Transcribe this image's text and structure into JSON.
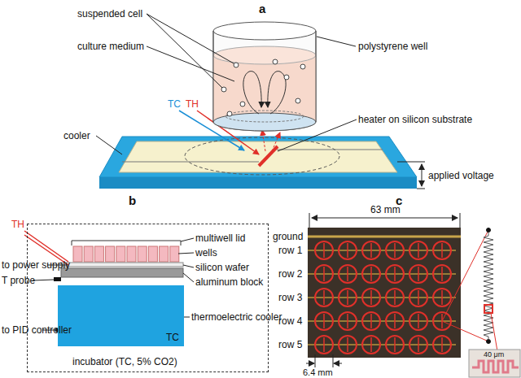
{
  "diagram": {
    "nodes": [
      {
        "text": [
          "incubator (TC, 5% CO2)"
        ]
      },
      {
        "text": [
          "TC"
        ],
        "in": 0
      }
    ],
    "labels": [
      "a",
      "suspended cell",
      "culture medium",
      "polystyrene well",
      "TC",
      "TH",
      "heater on silicon substrate",
      "cooler",
      "applied voltage",
      "b",
      "TH",
      "to power supply",
      "multiwell lid",
      "wells",
      "silicon wafer",
      "aluminum block",
      "T probe",
      "thermoelectric cooler",
      "to PID controller",
      "c",
      "63 mm",
      "ground",
      "row 1",
      "row 2",
      "row 3",
      "row 4",
      "row 5",
      "6.4 mm",
      "40 μm"
    ]
  }
}
